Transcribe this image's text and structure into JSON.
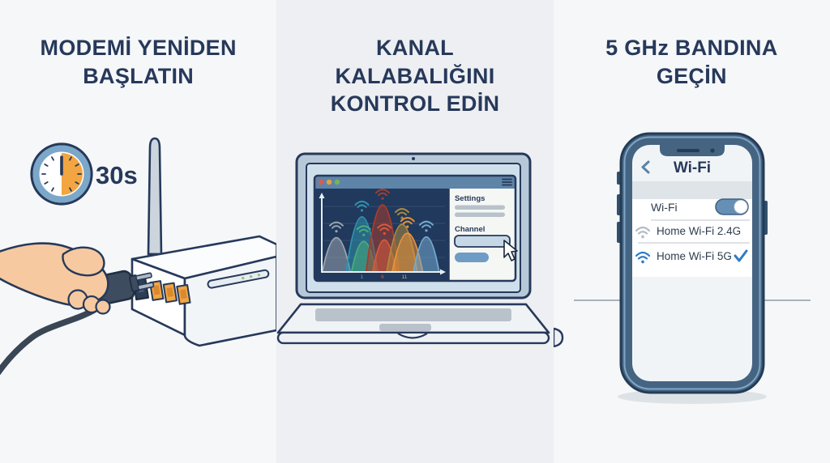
{
  "page": {
    "type": "wifi-troubleshooting-infographic",
    "language": "tr",
    "background_light": "#f5f7f9",
    "background_mid": "#edeff2",
    "title_color": "#27395a"
  },
  "panel1": {
    "title": "MODEMİ YENİDEN BAŞLATIN",
    "timer": {
      "label": "30s",
      "icon": "timer-clock-half-elapsed",
      "ring_color": "#7ba7c9",
      "elapsed_color": "#f2a541"
    },
    "modem": {
      "icon": "wifi-router-with-antenna",
      "ethernet_port_color": "#f2a541",
      "led_color": "#8fbf7f"
    },
    "hand": {
      "icon": "hand-unplugging-power-plug"
    }
  },
  "panel2": {
    "title": "KANAL KALABALIĞINI KONTROL EDİN",
    "laptop": {
      "camera_icon": "webcam-dot",
      "browser": {
        "window_controls": [
          "#d95b52",
          "#e2a33e",
          "#74b35c"
        ],
        "menu_icon": "hamburger",
        "settings_label": "Settings",
        "channel_label": "Channel",
        "cursor_icon": "mouse-pointer",
        "titlebar_color": "#5e84a8"
      }
    }
  },
  "panel3": {
    "title": "5 GHz BANDINA GEÇİN",
    "phone": {
      "back_icon": "chevron-left",
      "header_title": "Wi-Fi",
      "wifi_row_label": "Wi-Fi",
      "toggle": {
        "state": "on",
        "track_color": "#658fb4"
      },
      "networks": [
        {
          "label": "Home Wi-Fi 2.4G",
          "icon": "wifi",
          "icon_color": "#b3bcc6",
          "selected": false
        },
        {
          "label": "Home Wi-Fi 5G",
          "icon": "wifi",
          "icon_color": "#2e7cc4",
          "selected": true,
          "check_color": "#2e7cc4"
        }
      ]
    }
  },
  "chart_data": {
    "type": "area",
    "title": "Wi-Fi channel congestion (overlapping network signal curves)",
    "background": "#20395c",
    "x_ticks": [
      {
        "label": "1",
        "pos": 0.33,
        "color": "#4db3c9"
      },
      {
        "label": "6",
        "pos": 0.5,
        "color": "#d95a3a"
      },
      {
        "label": "11",
        "pos": 0.68,
        "color": "#d9b44a"
      }
    ],
    "series": [
      {
        "name": "gray",
        "color": "#99a4ae",
        "pos": 0.12,
        "half_width": 0.115,
        "peak": 0.46
      },
      {
        "name": "teal",
        "color": "#2f92ad",
        "pos": 0.33,
        "half_width": 0.13,
        "peak": 0.74
      },
      {
        "name": "green",
        "color": "#49ad7c",
        "pos": 0.345,
        "half_width": 0.1,
        "peak": 0.41
      },
      {
        "name": "dark-red",
        "color": "#a63c2c",
        "pos": 0.5,
        "half_width": 0.135,
        "peak": 0.9
      },
      {
        "name": "red",
        "color": "#d95a3a",
        "pos": 0.515,
        "half_width": 0.095,
        "peak": 0.43
      },
      {
        "name": "olive",
        "color": "#ab8a3e",
        "pos": 0.66,
        "half_width": 0.125,
        "peak": 0.64
      },
      {
        "name": "orange",
        "color": "#e8923c",
        "pos": 0.705,
        "half_width": 0.125,
        "peak": 0.52
      },
      {
        "name": "light-blue",
        "color": "#74a9cf",
        "pos": 0.86,
        "half_width": 0.105,
        "peak": 0.47
      }
    ],
    "axes": {
      "x_arrow": true,
      "y_arrow": true,
      "grid": "faint-horizontal"
    }
  }
}
